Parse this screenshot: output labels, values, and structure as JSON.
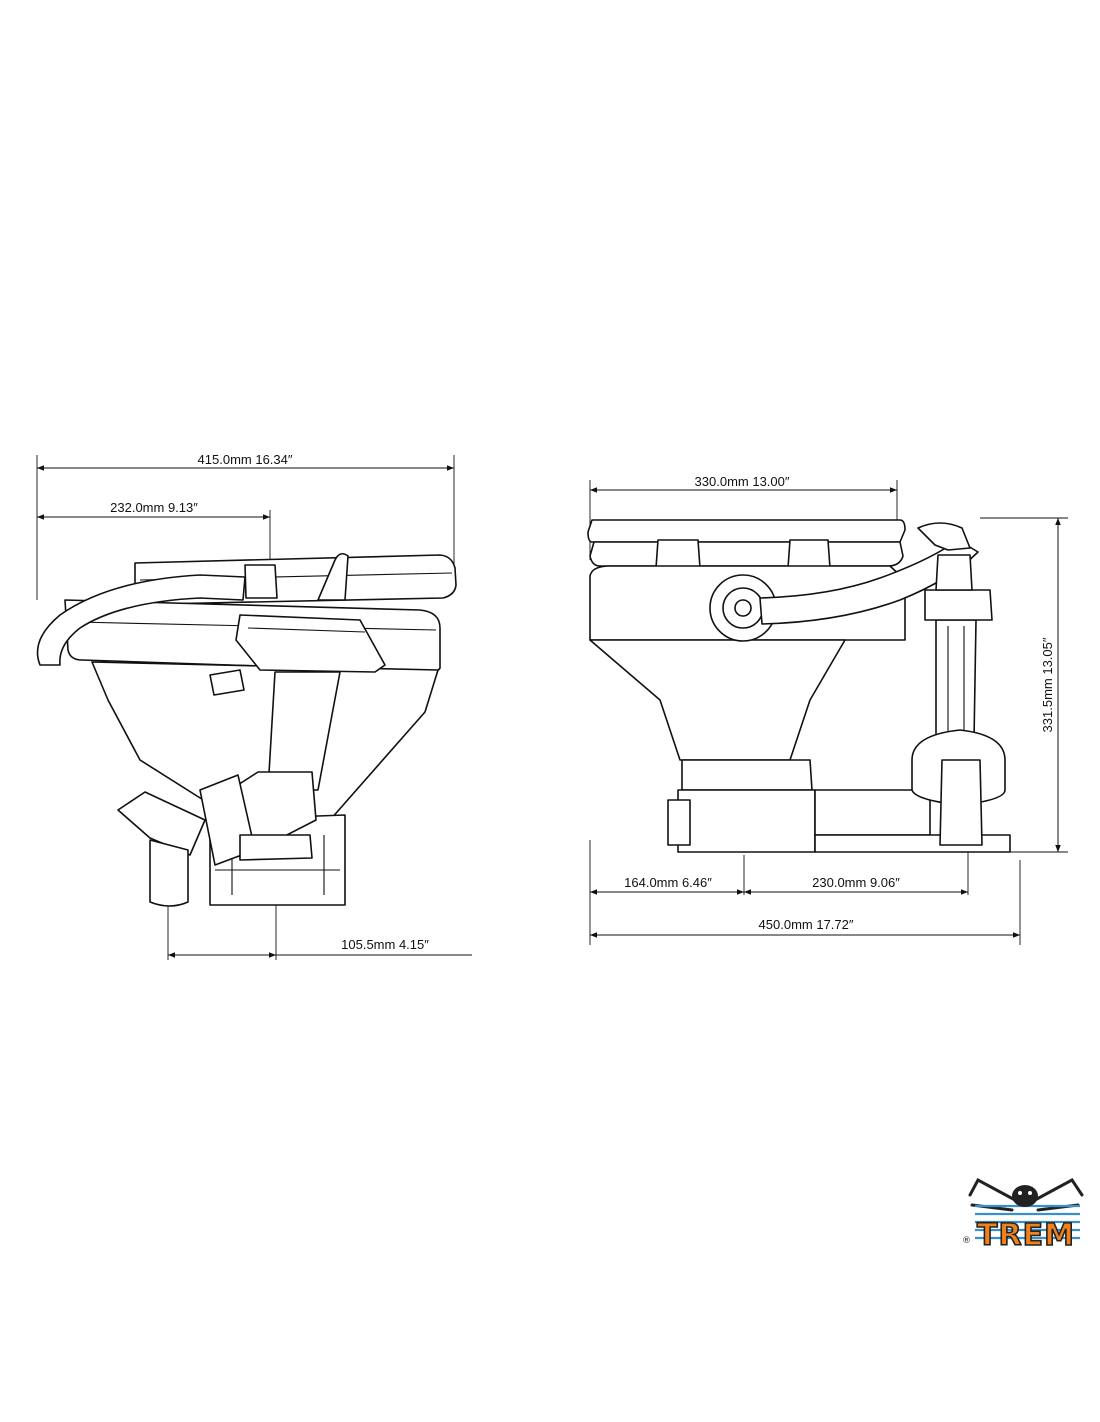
{
  "side_view": {
    "overall_length": "415.0mm  16.34″",
    "pivot_offset": "232.0mm  9.13″",
    "outlet_offset": "105.5mm  4.15″"
  },
  "front_view": {
    "seat_width": "330.0mm  13.00″",
    "height": "331.5mm  13.05″",
    "bowl_to_center": "164.0mm  6.46″",
    "center_to_pump": "230.0mm  9.06″",
    "overall_width": "450.0mm  17.72″"
  },
  "logo": {
    "brand": "TREM",
    "registered": "®",
    "colors": {
      "orange": "#f0821e",
      "blue": "#3a8fc8",
      "dark": "#222222"
    }
  }
}
